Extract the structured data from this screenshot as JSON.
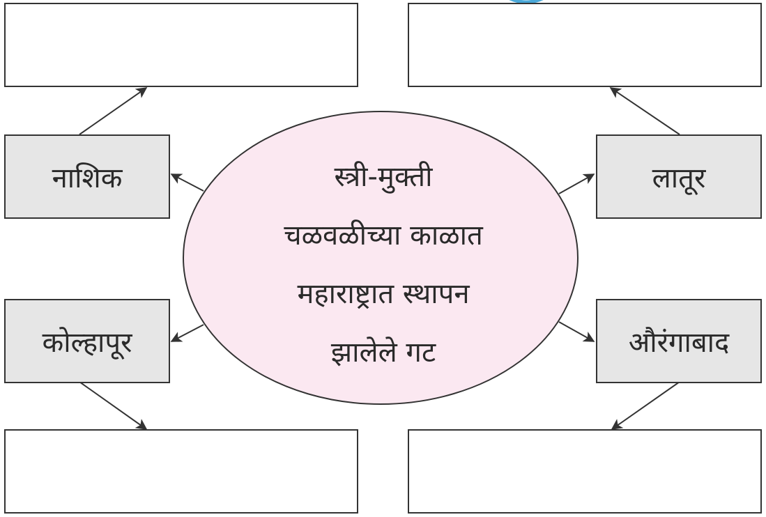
{
  "center": {
    "lines": [
      "स्त्री-मुक्ती",
      "चळवळीच्या काळात",
      "महाराष्ट्रात स्थापन",
      "झालेले गट"
    ],
    "fill": "#fbe8f1",
    "stroke": "#333333"
  },
  "cities": {
    "nashik": "नाशिक",
    "latur": "लातूर",
    "kolhapur": "कोल्हापूर",
    "aurangabad": "औरंगाबाद"
  },
  "colors": {
    "city_fill": "#e6e6e6",
    "line": "#333333",
    "accent_mark": "#4aa8d8"
  }
}
